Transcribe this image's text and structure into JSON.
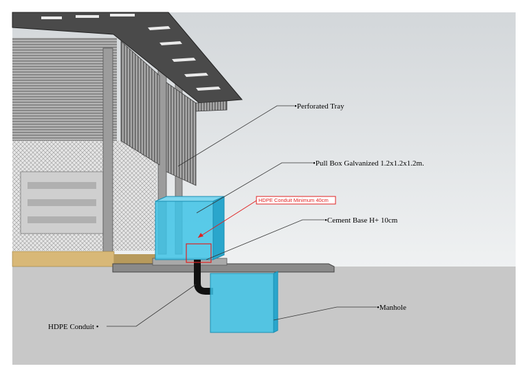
{
  "labels": {
    "perforated_tray": "Perforated Tray",
    "pull_box": "Pull Box Galvanized 1.2x1.2x1.2m.",
    "hdpe_minimum": "HDPE Conduit Minimum 40cm",
    "cement_base": "Cement Base H+ 10cm",
    "manhole": "Manhole",
    "hdpe_conduit": "HDPE Conduit"
  },
  "colors": {
    "sky_top": "#d6dadd",
    "sky_bottom": "#eef0f1",
    "ground": "#c9c9c9",
    "box_fill": "#3ec3e6",
    "box_edge": "#1a8fb3",
    "callout_red": "#e02020",
    "sand": "#d8b877"
  }
}
